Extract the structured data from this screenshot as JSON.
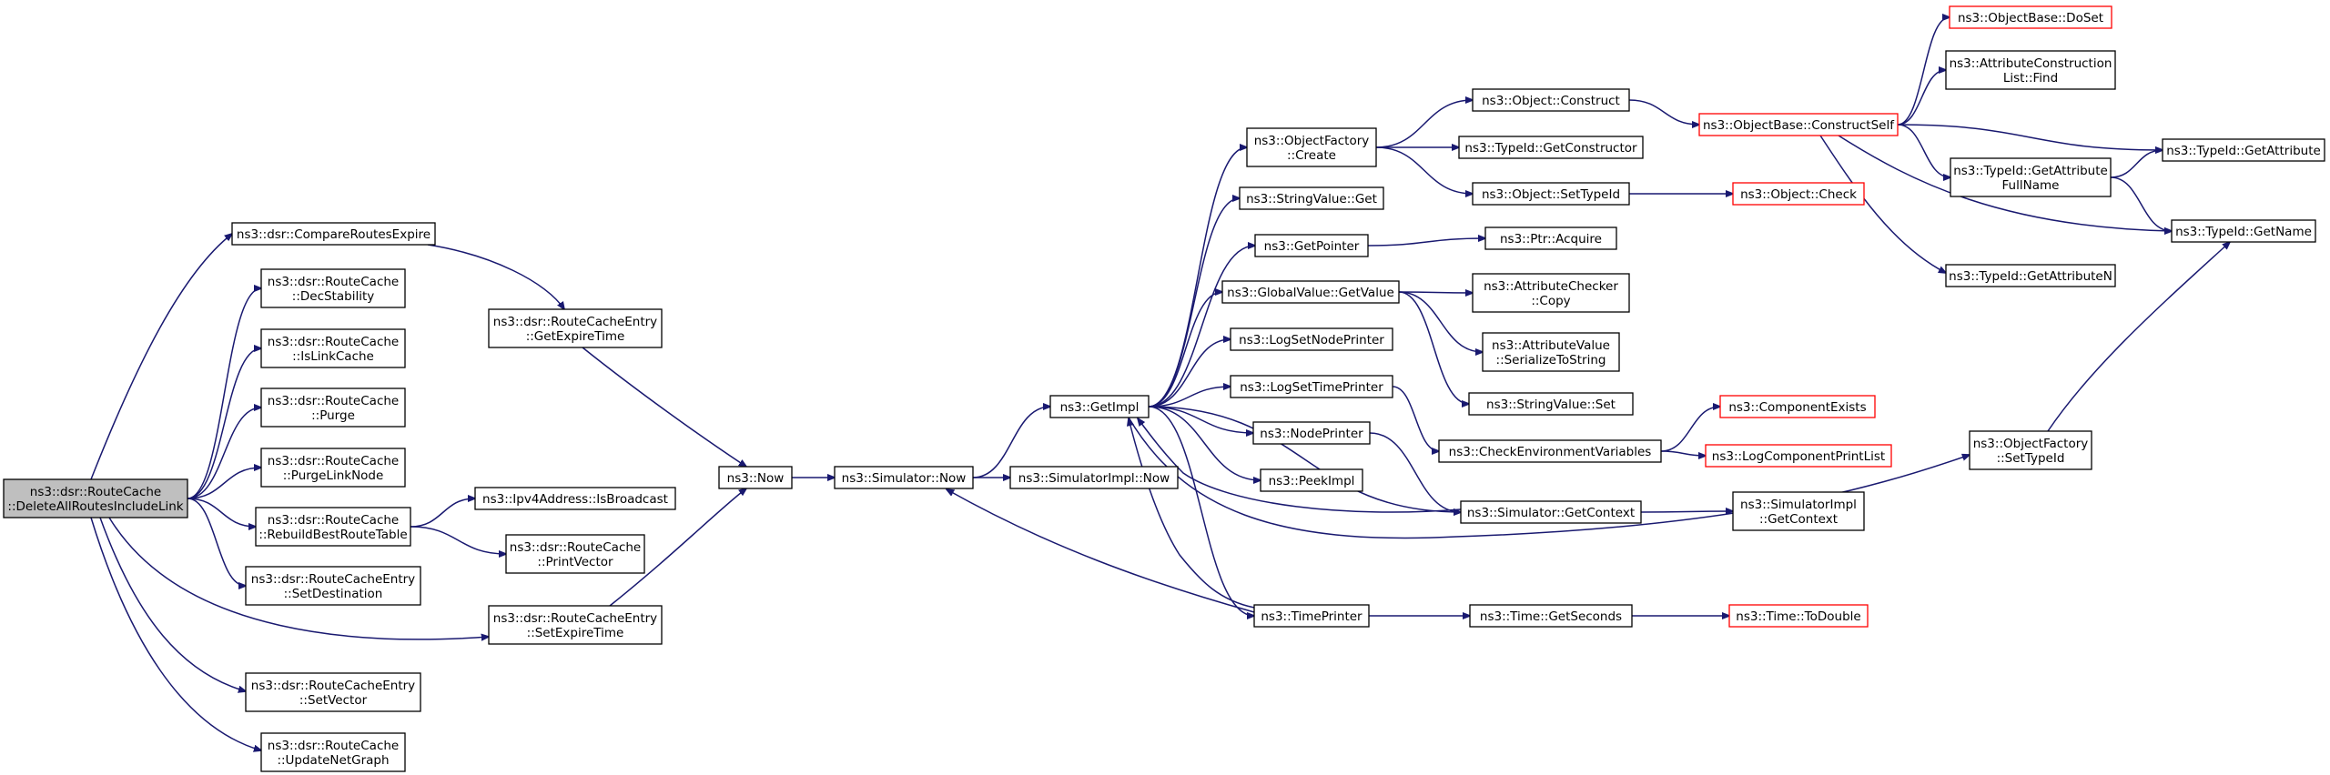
{
  "nodes": [
    {
      "id": "root",
      "lines": [
        "ns3::dsr::RouteCache",
        "::DeleteAllRoutesIncludeLink"
      ],
      "style": "root"
    },
    {
      "id": "compareExpire",
      "lines": [
        "ns3::dsr::CompareRoutesExpire"
      ],
      "style": "normal"
    },
    {
      "id": "decStability",
      "lines": [
        "ns3::dsr::RouteCache",
        "::DecStability"
      ],
      "style": "normal"
    },
    {
      "id": "isLinkCache",
      "lines": [
        "ns3::dsr::RouteCache",
        "::IsLinkCache"
      ],
      "style": "normal"
    },
    {
      "id": "purge",
      "lines": [
        "ns3::dsr::RouteCache",
        "::Purge"
      ],
      "style": "normal"
    },
    {
      "id": "purgeLinkNode",
      "lines": [
        "ns3::dsr::RouteCache",
        "::PurgeLinkNode"
      ],
      "style": "normal"
    },
    {
      "id": "rebuildBest",
      "lines": [
        "ns3::dsr::RouteCache",
        "::RebuildBestRouteTable"
      ],
      "style": "normal"
    },
    {
      "id": "setDestination",
      "lines": [
        "ns3::dsr::RouteCacheEntry",
        "::SetDestination"
      ],
      "style": "normal"
    },
    {
      "id": "setVector",
      "lines": [
        "ns3::dsr::RouteCacheEntry",
        "::SetVector"
      ],
      "style": "normal"
    },
    {
      "id": "updateNetGraph",
      "lines": [
        "ns3::dsr::RouteCache",
        "::UpdateNetGraph"
      ],
      "style": "normal"
    },
    {
      "id": "getExpireTime",
      "lines": [
        "ns3::dsr::RouteCacheEntry",
        "::GetExpireTime"
      ],
      "style": "normal"
    },
    {
      "id": "isBroadcast",
      "lines": [
        "ns3::Ipv4Address::IsBroadcast"
      ],
      "style": "normal"
    },
    {
      "id": "printVector",
      "lines": [
        "ns3::dsr::RouteCache",
        "::PrintVector"
      ],
      "style": "normal"
    },
    {
      "id": "setExpireTime",
      "lines": [
        "ns3::dsr::RouteCacheEntry",
        "::SetExpireTime"
      ],
      "style": "normal"
    },
    {
      "id": "now",
      "lines": [
        "ns3::Now"
      ],
      "style": "normal"
    },
    {
      "id": "simNow",
      "lines": [
        "ns3::Simulator::Now"
      ],
      "style": "normal"
    },
    {
      "id": "simImplNow",
      "lines": [
        "ns3::SimulatorImpl::Now"
      ],
      "style": "normal"
    },
    {
      "id": "getImpl",
      "lines": [
        "ns3::GetImpl"
      ],
      "style": "normal"
    },
    {
      "id": "objFactoryCreate",
      "lines": [
        "ns3::ObjectFactory",
        "::Create"
      ],
      "style": "normal"
    },
    {
      "id": "stringValueGet",
      "lines": [
        "ns3::StringValue::Get"
      ],
      "style": "normal"
    },
    {
      "id": "getPointer",
      "lines": [
        "ns3::GetPointer"
      ],
      "style": "normal"
    },
    {
      "id": "globalValueGet",
      "lines": [
        "ns3::GlobalValue::GetValue"
      ],
      "style": "normal"
    },
    {
      "id": "logSetNodePrinter",
      "lines": [
        "ns3::LogSetNodePrinter"
      ],
      "style": "normal"
    },
    {
      "id": "logSetTimePrinter",
      "lines": [
        "ns3::LogSetTimePrinter"
      ],
      "style": "normal"
    },
    {
      "id": "nodePrinter",
      "lines": [
        "ns3::NodePrinter"
      ],
      "style": "normal"
    },
    {
      "id": "peekImpl",
      "lines": [
        "ns3::PeekImpl"
      ],
      "style": "normal"
    },
    {
      "id": "timePrinter",
      "lines": [
        "ns3::TimePrinter"
      ],
      "style": "normal"
    },
    {
      "id": "objectConstruct",
      "lines": [
        "ns3::Object::Construct"
      ],
      "style": "normal"
    },
    {
      "id": "getConstructor",
      "lines": [
        "ns3::TypeId::GetConstructor"
      ],
      "style": "normal"
    },
    {
      "id": "objectSetTypeId",
      "lines": [
        "ns3::Object::SetTypeId"
      ],
      "style": "normal"
    },
    {
      "id": "ptrAcquire",
      "lines": [
        "ns3::Ptr::Acquire"
      ],
      "style": "normal"
    },
    {
      "id": "attrCheckerCopy",
      "lines": [
        "ns3::AttributeChecker",
        "::Copy"
      ],
      "style": "normal"
    },
    {
      "id": "attrValueSer",
      "lines": [
        "ns3::AttributeValue",
        "::SerializeToString"
      ],
      "style": "normal"
    },
    {
      "id": "stringValueSet",
      "lines": [
        "ns3::StringValue::Set"
      ],
      "style": "normal"
    },
    {
      "id": "checkEnvVars",
      "lines": [
        "ns3::CheckEnvironmentVariables"
      ],
      "style": "normal"
    },
    {
      "id": "simGetContext",
      "lines": [
        "ns3::Simulator::GetContext"
      ],
      "style": "normal"
    },
    {
      "id": "timeGetSeconds",
      "lines": [
        "ns3::Time::GetSeconds"
      ],
      "style": "normal"
    },
    {
      "id": "objBaseDoSet",
      "lines": [
        "ns3::ObjectBase::DoSet"
      ],
      "style": "trunc"
    },
    {
      "id": "attrConstrFind",
      "lines": [
        "ns3::AttributeConstruction",
        "List::Find"
      ],
      "style": "normal"
    },
    {
      "id": "objBaseConstructSelf",
      "lines": [
        "ns3::ObjectBase::ConstructSelf"
      ],
      "style": "trunc"
    },
    {
      "id": "typeIdGetAttrFullName",
      "lines": [
        "ns3::TypeId::GetAttribute",
        "FullName"
      ],
      "style": "normal"
    },
    {
      "id": "typeIdGetAttrN",
      "lines": [
        "ns3::TypeId::GetAttributeN"
      ],
      "style": "normal"
    },
    {
      "id": "objectCheck",
      "lines": [
        "ns3::Object::Check"
      ],
      "style": "trunc"
    },
    {
      "id": "componentExists",
      "lines": [
        "ns3::ComponentExists"
      ],
      "style": "trunc"
    },
    {
      "id": "logComponentPrintList",
      "lines": [
        "ns3::LogComponentPrintList"
      ],
      "style": "trunc"
    },
    {
      "id": "simImplGetContext",
      "lines": [
        "ns3::SimulatorImpl",
        "::GetContext"
      ],
      "style": "normal"
    },
    {
      "id": "objFactorySetTypeId",
      "lines": [
        "ns3::ObjectFactory",
        "::SetTypeId"
      ],
      "style": "normal"
    },
    {
      "id": "timeToDouble",
      "lines": [
        "ns3::Time::ToDouble"
      ],
      "style": "trunc"
    },
    {
      "id": "typeIdGetAttribute",
      "lines": [
        "ns3::TypeId::GetAttribute"
      ],
      "style": "normal"
    },
    {
      "id": "typeIdGetName",
      "lines": [
        "ns3::TypeId::GetName"
      ],
      "style": "normal"
    }
  ],
  "edges": [
    [
      "root",
      "compareExpire"
    ],
    [
      "root",
      "decStability"
    ],
    [
      "root",
      "isLinkCache"
    ],
    [
      "root",
      "purge"
    ],
    [
      "root",
      "purgeLinkNode"
    ],
    [
      "root",
      "rebuildBest"
    ],
    [
      "root",
      "setDestination"
    ],
    [
      "root",
      "setExpireTime"
    ],
    [
      "root",
      "setVector"
    ],
    [
      "root",
      "updateNetGraph"
    ],
    [
      "compareExpire",
      "getExpireTime"
    ],
    [
      "getExpireTime",
      "now"
    ],
    [
      "rebuildBest",
      "isBroadcast"
    ],
    [
      "rebuildBest",
      "printVector"
    ],
    [
      "setExpireTime",
      "now"
    ],
    [
      "now",
      "simNow"
    ],
    [
      "simNow",
      "getImpl"
    ],
    [
      "simNow",
      "simImplNow"
    ],
    [
      "getImpl",
      "objFactoryCreate"
    ],
    [
      "getImpl",
      "stringValueGet"
    ],
    [
      "getImpl",
      "getPointer"
    ],
    [
      "getImpl",
      "globalValueGet"
    ],
    [
      "getImpl",
      "logSetNodePrinter"
    ],
    [
      "getImpl",
      "logSetTimePrinter"
    ],
    [
      "getImpl",
      "nodePrinter"
    ],
    [
      "getImpl",
      "peekImpl"
    ],
    [
      "getImpl",
      "simGetContext"
    ],
    [
      "getImpl",
      "timePrinter"
    ],
    [
      "getImpl",
      "objFactorySetTypeId"
    ],
    [
      "objFactoryCreate",
      "objectConstruct"
    ],
    [
      "objFactoryCreate",
      "getConstructor"
    ],
    [
      "objFactoryCreate",
      "objectSetTypeId"
    ],
    [
      "getPointer",
      "ptrAcquire"
    ],
    [
      "globalValueGet",
      "attrCheckerCopy"
    ],
    [
      "globalValueGet",
      "attrValueSer"
    ],
    [
      "globalValueGet",
      "stringValueSet"
    ],
    [
      "logSetTimePrinter",
      "checkEnvVars"
    ],
    [
      "nodePrinter",
      "simGetContext"
    ],
    [
      "timePrinter",
      "simNow"
    ],
    [
      "timePrinter",
      "getImpl"
    ],
    [
      "timePrinter",
      "timeGetSeconds"
    ],
    [
      "objectConstruct",
      "objBaseConstructSelf"
    ],
    [
      "objectSetTypeId",
      "objectCheck"
    ],
    [
      "checkEnvVars",
      "componentExists"
    ],
    [
      "checkEnvVars",
      "logComponentPrintList"
    ],
    [
      "simGetContext",
      "getImpl"
    ],
    [
      "simGetContext",
      "simImplGetContext"
    ],
    [
      "timeGetSeconds",
      "timeToDouble"
    ],
    [
      "objBaseConstructSelf",
      "objBaseDoSet"
    ],
    [
      "objBaseConstructSelf",
      "attrConstrFind"
    ],
    [
      "objBaseConstructSelf",
      "typeIdGetAttribute"
    ],
    [
      "objBaseConstructSelf",
      "typeIdGetAttrFullName"
    ],
    [
      "objBaseConstructSelf",
      "typeIdGetName"
    ],
    [
      "objBaseConstructSelf",
      "typeIdGetAttrN"
    ],
    [
      "typeIdGetAttrFullName",
      "typeIdGetAttribute"
    ],
    [
      "typeIdGetAttrFullName",
      "typeIdGetName"
    ],
    [
      "objFactorySetTypeId",
      "typeIdGetName"
    ]
  ],
  "colors": {
    "edge": "#191970",
    "node_border": "#000000",
    "truncated_border": "#ff0000",
    "root_fill": "#bfbfbf"
  }
}
